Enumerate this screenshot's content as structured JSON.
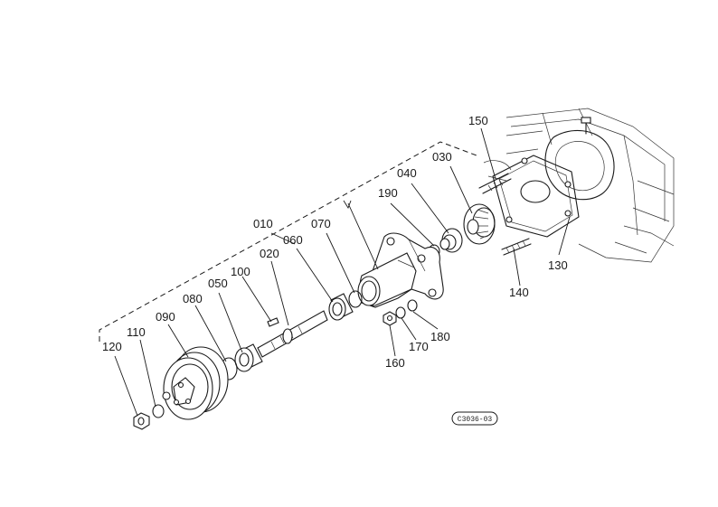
{
  "callouts": {
    "p010": "010",
    "p020": "020",
    "p030": "030",
    "p040": "040",
    "p050": "050",
    "p060": "060",
    "p070": "070",
    "p080": "080",
    "p090": "090",
    "p100": "100",
    "p110": "110",
    "p120": "120",
    "p130": "130",
    "p140": "140",
    "p150": "150",
    "p160": "160",
    "p170": "170",
    "p180": "180",
    "p190": "190"
  },
  "drawing_code": "C3036-03"
}
